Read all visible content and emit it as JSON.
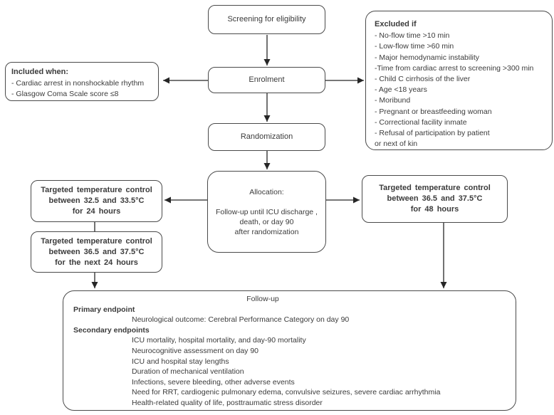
{
  "diagram": {
    "screening": {
      "label": "Screening for eligibility"
    },
    "enrolment": {
      "label": "Enrolment"
    },
    "randomization": {
      "label": "Randomization"
    },
    "included": {
      "title": "Included when:",
      "items": [
        "- Cardiac arrest in nonshockable rhythm",
        "- Glasgow Coma Scale score ≤8"
      ]
    },
    "excluded": {
      "title": "Excluded if",
      "items": [
        "- No-flow time >10 min",
        "- Low-flow time >60 min",
        "- Major hemodynamic instability",
        "-Time from cardiac arrest to screening >300 min",
        "- Child C cirrhosis of the liver",
        "- Age <18 years",
        "- Moribund",
        "- Pregnant or breastfeeding woman",
        "- Correctional facility inmate",
        "- Refusal of participation by patient",
        "or next of kin"
      ]
    },
    "allocation": {
      "title": "Allocation:",
      "lines": [
        "Follow-up until ICU discharge ,",
        "death, or day 90",
        "after randomization"
      ]
    },
    "ttc_hypothermia": {
      "lines": [
        "Targeted temperature control",
        "between 32.5 and 33.5°C",
        "for 24 hours"
      ]
    },
    "ttc_rewarming": {
      "lines": [
        "Targeted temperature control",
        "between 36.5 and 37.5°C",
        "for the next 24 hours"
      ]
    },
    "ttc_normothermia": {
      "lines": [
        "Targeted temperature control",
        "between 36.5 and 37.5°C",
        "for 48 hours"
      ]
    },
    "followup": {
      "title": "Follow-up",
      "primary_heading": "Primary endpoint",
      "primary_items": [
        "Neurological outcome: Cerebral Performance Category on day 90"
      ],
      "secondary_heading": "Secondary endpoints",
      "secondary_items": [
        "ICU mortality, hospital mortality, and day-90 mortality",
        "Neurocognitive assessment on day 90",
        "ICU and hospital stay lengths",
        "Duration of mechanical ventilation",
        "Infections, severe bleeding, other adverse events",
        "Need for RRT, cardiogenic pulmonary edema, convulsive seizures, severe cardiac arrhythmia",
        "Health-related quality of life, posttraumatic stress disorder"
      ]
    },
    "colors": {
      "background": "#ffffff",
      "border": "#4a4a4a",
      "text": "#3b3b3b",
      "arrow": "#262626"
    }
  }
}
